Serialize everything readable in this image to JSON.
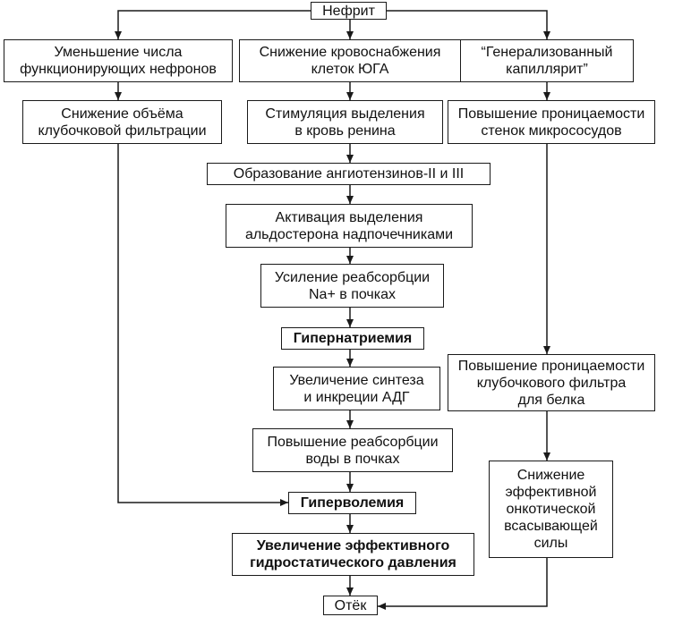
{
  "nodes": {
    "nephritis": "Нефрит",
    "fewer_nephrons": "Уменьшение числа\nфункционирующих нефронов",
    "reduced_blood_supply": "Снижение кровоснабжения\nклеток ЮГА",
    "generalized_capillaritis": "“Генерализованный\nкапиллярит”",
    "reduced_filtration": "Снижение объёма\nклубочковой фильтрации",
    "renin_release": "Стимуляция выделения\nв кровь ренина",
    "microvessel_permeability": "Повышение проницаемости\nстенок микрососудов",
    "angiotensin": "Образование ангиотензинов-II и III",
    "aldosterone": "Активация выделения\nальдостерона надпочечниками",
    "na_reabsorption": "Усиление реабсорбции\nNa+ в почках",
    "hypernatremia": "Гипернатриемия",
    "adh": "Увеличение синтеза\nи инкреции АДГ",
    "water_reabsorption": "Повышение реабсорбции\nводы в почках",
    "hypervolemia": "Гиперволемия",
    "hydrostatic_pressure": "Увеличение эффективного\nгидростатического давления",
    "glomerular_filter_permeability": "Повышение проницаемости\nклубочкового фильтра\nдля белка",
    "oncotic_force": "Снижение\nэффективной\nонкотической\nвсасывающей\nсилы",
    "edema": "Отёк"
  },
  "colors": {
    "line": "#1a1a1a",
    "background": "#ffffff"
  }
}
